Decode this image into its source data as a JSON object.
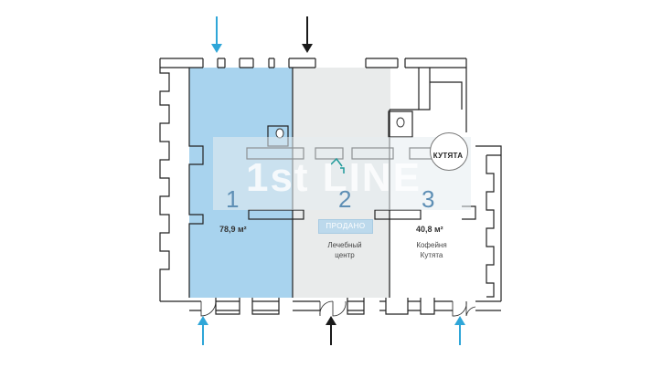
{
  "watermark": {
    "text": "1st LINE",
    "superscript": "st"
  },
  "rooms": [
    {
      "number": "1",
      "area": "78,9 м²",
      "description_lines": [],
      "fill": "#a8d3ee"
    },
    {
      "number": "2",
      "area": "",
      "description_lines": [
        "Лечебный",
        "центр"
      ],
      "status": "ПРОДАНО",
      "fill": "#e9ebeb"
    },
    {
      "number": "3",
      "area": "40,8 м²",
      "description_lines": [
        "Кофейня",
        "Кутята"
      ],
      "fill": "#ffffff"
    }
  ],
  "tenant_badge": {
    "text": "КУТЯТА"
  },
  "colors": {
    "entrance_arrow": "#2fa6d8",
    "main_arrow": "#1a1a1a",
    "wall": "#222222",
    "highlight": "#a8d3ee"
  },
  "icons": [
    "entrance-arrow-icon",
    "main-entrance-arrow-icon",
    "toilet-icon",
    "tenant-logo-icon"
  ]
}
